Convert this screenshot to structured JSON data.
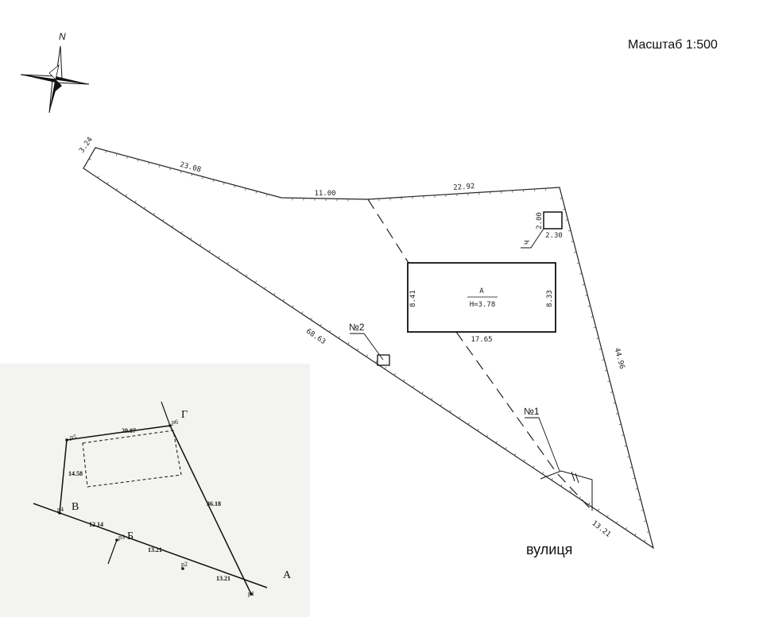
{
  "compass": {
    "north_label": "N"
  },
  "scale_text": "Масштаб 1:500",
  "street_label": "вулиця",
  "parcel": {
    "dims": [
      "3.24",
      "23.08",
      "11.00",
      "22.92",
      "44.96",
      "13.21",
      "68.63"
    ]
  },
  "building_a": {
    "label": "А",
    "height_label": "H=3.78",
    "dims": [
      "8.41",
      "8.33",
      "17.65"
    ]
  },
  "small_structure": {
    "label": "Ч",
    "dims": [
      "2.00",
      "2.30"
    ]
  },
  "markers": [
    "№2",
    "№1"
  ],
  "inset": {
    "dims": [
      "20.07",
      "14.58",
      "36.18",
      "12.14",
      "13.21",
      "13.21"
    ],
    "points": [
      "p5",
      "p6",
      "p4",
      "p3",
      "p2",
      "p1"
    ],
    "letters": [
      "Г",
      "В",
      "Б",
      "А"
    ]
  }
}
